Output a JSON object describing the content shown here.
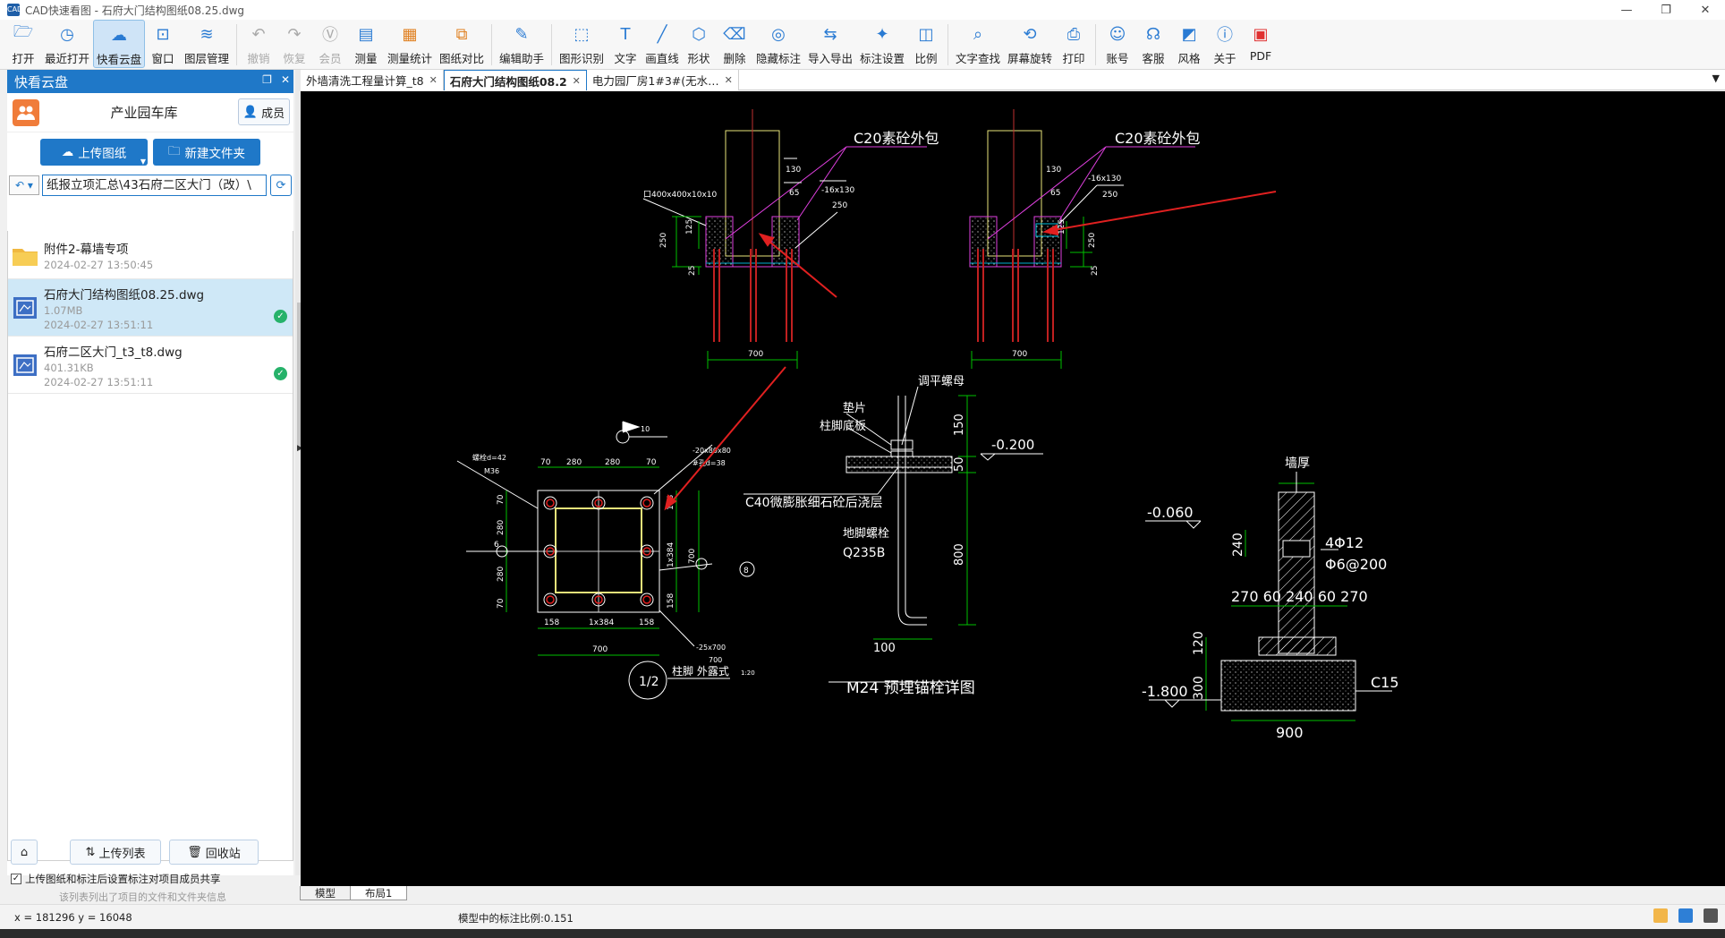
{
  "window": {
    "title": "CAD快速看图 - 石府大门结构图纸08.25.dwg",
    "app_icon": "CAD",
    "minimize": "—",
    "restore": "❐",
    "close": "✕"
  },
  "toolbar": {
    "items": [
      {
        "label": "打开",
        "icon": "folder-open-icon",
        "enabled": true
      },
      {
        "label": "最近打开",
        "icon": "clock-icon",
        "enabled": true
      },
      {
        "label": "快看云盘",
        "icon": "cloud-icon",
        "enabled": true,
        "active": true
      },
      {
        "label": "窗口",
        "icon": "window-icon",
        "enabled": true
      },
      {
        "label": "图层管理",
        "icon": "layers-icon",
        "enabled": true
      },
      {
        "label": "撤销",
        "icon": "undo-icon",
        "enabled": false
      },
      {
        "label": "恢复",
        "icon": "redo-icon",
        "enabled": false
      },
      {
        "label": "会员",
        "icon": "vip-icon",
        "enabled": false
      },
      {
        "label": "测量",
        "icon": "measure-icon",
        "enabled": true
      },
      {
        "label": "测量统计",
        "icon": "measure-stats-icon",
        "enabled": true
      },
      {
        "label": "图纸对比",
        "icon": "compare-icon",
        "enabled": true
      },
      {
        "label": "编辑助手",
        "icon": "edit-assistant-icon",
        "enabled": true
      },
      {
        "label": "图形识别",
        "icon": "shape-recognize-icon",
        "enabled": true
      },
      {
        "label": "文字",
        "icon": "text-icon",
        "enabled": true
      },
      {
        "label": "画直线",
        "icon": "line-icon",
        "enabled": true
      },
      {
        "label": "形状",
        "icon": "shape-icon",
        "enabled": true
      },
      {
        "label": "删除",
        "icon": "eraser-icon",
        "enabled": true
      },
      {
        "label": "隐藏标注",
        "icon": "eye-hide-icon",
        "enabled": true
      },
      {
        "label": "导入导出",
        "icon": "import-export-icon",
        "enabled": true
      },
      {
        "label": "标注设置",
        "icon": "annotation-settings-icon",
        "enabled": true
      },
      {
        "label": "比例",
        "icon": "scale-icon",
        "enabled": true
      },
      {
        "label": "文字查找",
        "icon": "text-search-icon",
        "enabled": true
      },
      {
        "label": "屏幕旋转",
        "icon": "rotate-icon",
        "enabled": true
      },
      {
        "label": "打印",
        "icon": "printer-icon",
        "enabled": true
      },
      {
        "label": "账号",
        "icon": "user-icon",
        "enabled": true
      },
      {
        "label": "客服",
        "icon": "headset-icon",
        "enabled": true
      },
      {
        "label": "风格",
        "icon": "style-icon",
        "enabled": true
      },
      {
        "label": "关于",
        "icon": "info-icon",
        "enabled": true
      },
      {
        "label": "PDF",
        "icon": "pdf-icon",
        "enabled": true
      }
    ]
  },
  "sidebar": {
    "title": "快看云盘",
    "repo_name": "产业园车库",
    "member_button": "成员",
    "upload_button": "上传图纸",
    "new_folder_button": "新建文件夹",
    "path": "纸报立项汇总\\43石府二区大门（改）\\",
    "files": [
      {
        "name": "附件2-幕墙专项",
        "size": "",
        "date": "2024-02-27 13:50:45",
        "type": "folder",
        "selected": false,
        "synced": false
      },
      {
        "name": "石府大门结构图纸08.25.dwg",
        "size": "1.07MB",
        "date": "2024-02-27 13:51:11",
        "type": "dwg",
        "selected": true,
        "synced": true
      },
      {
        "name": "石府二区大门_t3_t8.dwg",
        "size": "401.31KB",
        "date": "2024-02-27 13:51:11",
        "type": "dwg",
        "selected": false,
        "synced": true
      }
    ],
    "upload_list_button": "上传列表",
    "recycle_button": "回收站",
    "share_checkbox_label": "上传图纸和标注后设置标注对项目成员共享",
    "share_checked": true,
    "note": "该列表列出了项目的文件和文件夹信息"
  },
  "tabs": [
    {
      "label": "外墙清洗工程量计算_t8",
      "active": false
    },
    {
      "label": "石府大门结构图纸08.2",
      "active": true
    },
    {
      "label": "电力园厂房1#3#(无水…",
      "active": false
    }
  ],
  "drawing": {
    "labels": {
      "c20_a": "C20素砼外包",
      "c20_b": "C20素砼外包",
      "plate_a": "口400x400x10x10",
      "d130a": "130",
      "d65a": "65",
      "plt16a": "-16x130",
      "d250a": "250",
      "d250v": "250",
      "d125": "125",
      "d25": "25",
      "d700a": "700",
      "d130b": "130",
      "d65b": "65",
      "plt16b": "-16x130",
      "d250b": "250",
      "d125b": "125",
      "d250vb": "250",
      "d25b": "25",
      "d700b": "700",
      "screw": "调平螺母",
      "washer": "垫片",
      "basefoot": "柱脚底板",
      "level200": "-0.200",
      "d150": "150",
      "d50": "50",
      "c40": "C40微膨胀细石砼后浇层",
      "anchor": "地脚螺栓",
      "q235": "Q235B",
      "d800": "800",
      "d100": "100",
      "m24": "M24 预埋锚栓详图",
      "bolt_d": "螺栓d=42",
      "m36": "M36",
      "p70a": "70",
      "p280": "280",
      "p280b": "280",
      "p70b": "70",
      "rib": "-20x80x80",
      "holed": "#孔d=38",
      "v70": "70",
      "v280": "280",
      "v280b": "280",
      "v70b": "70",
      "v1x384": "1x384",
      "v700": "700",
      "v158": "158",
      "v158b": "158",
      "b158": "158",
      "b1x384": "1x384",
      "b158b": "158",
      "b700": "700",
      "plt25": "-25x700",
      "plt700": "700",
      "ax6": "6",
      "ax8": "8",
      "flag10": "10",
      "circle12": "1/2",
      "colfoot": "柱脚 外露式",
      "scale120": "1:20",
      "wall": "墙厚",
      "lv060": "-0.060",
      "d240": "240",
      "rebar": "4Φ12",
      "stir": "Φ6@200",
      "dims": "270  60  240  60  270",
      "d120": "120",
      "d300": "300",
      "lv1800": "-1.800",
      "c15": "C15",
      "d900": "900"
    }
  },
  "layout_tabs": [
    {
      "label": "模型",
      "active": true
    },
    {
      "label": "布局1",
      "active": false
    }
  ],
  "status": {
    "coords": "x = 181296  y = 16048",
    "scale_text": "模型中的标注比例:0.151"
  }
}
